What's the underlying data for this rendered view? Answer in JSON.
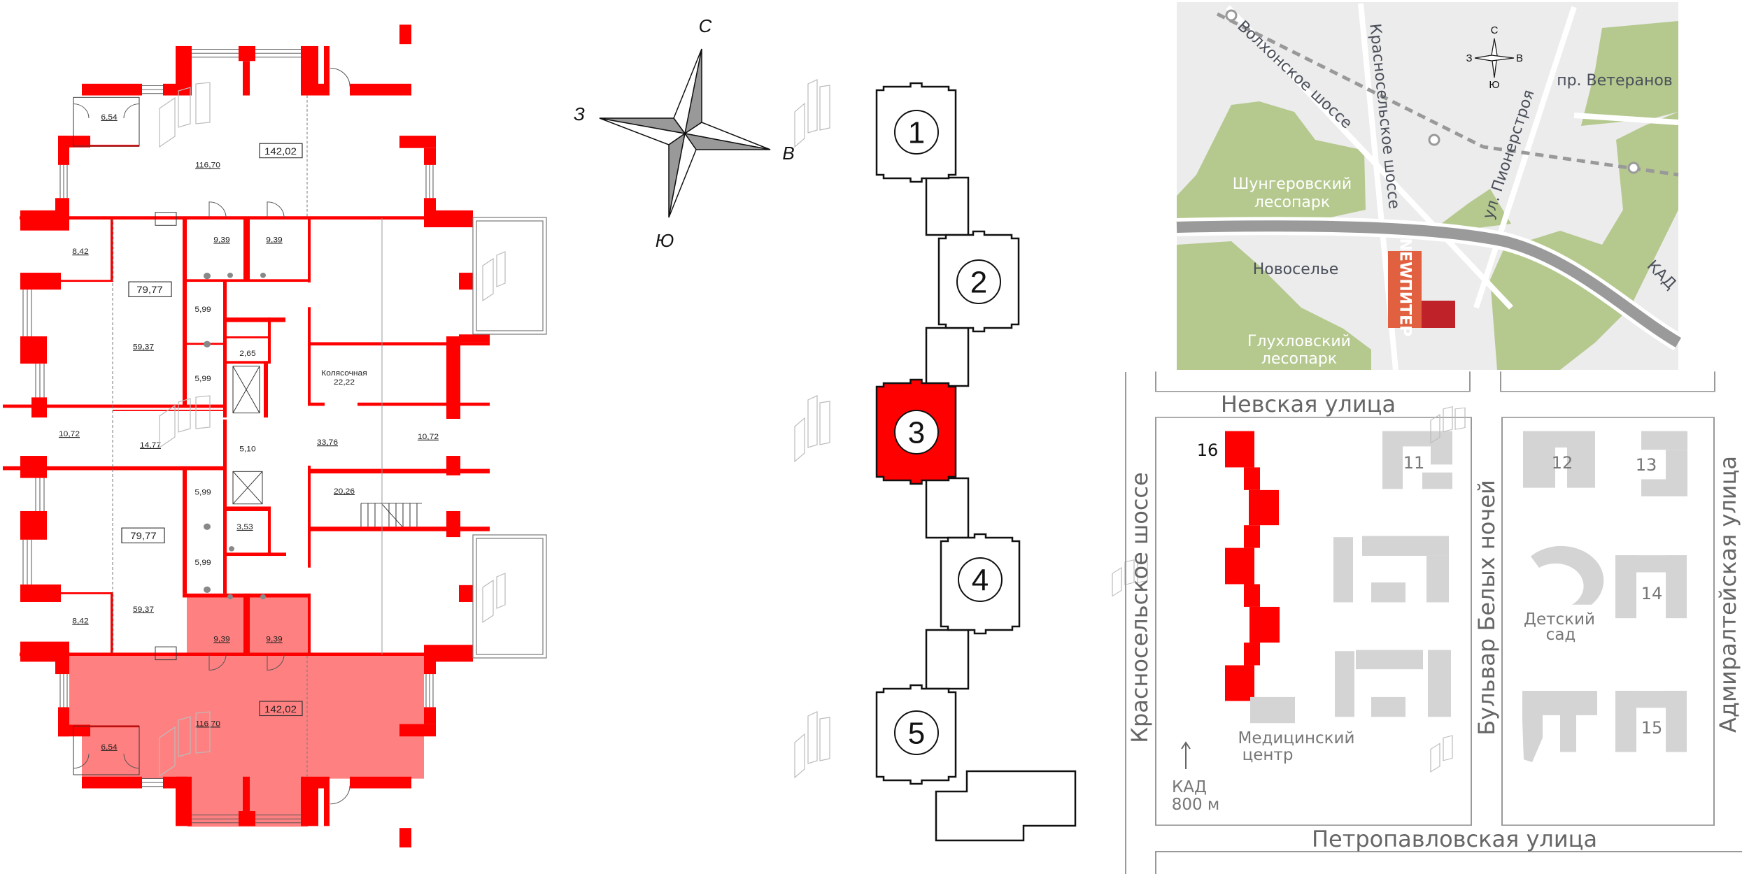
{
  "floor_plan": {
    "upper_unit": {
      "total_area": "142,02",
      "main_area": "116,70",
      "vestibule_area": "6,54",
      "wc_1": "9,39",
      "wc_2": "9,39"
    },
    "rooms": {
      "r8_42_a": "8,42",
      "r79_77_a": "79,77",
      "r5_99_a": "5,99",
      "r59_37_a": "59,37",
      "r2_65": "2,65",
      "r5_99_b": "5,99",
      "stroller_label": "Колясочная",
      "stroller_area": "22,22",
      "r10_72_a": "10,72",
      "r14_77": "14,77",
      "r5_10": "5,10",
      "r33_76": "33,76",
      "r10_72_b": "10,72",
      "r5_99_c": "5,99",
      "r20_26": "20,26",
      "r79_77_b": "79,77",
      "r3_53": "3,53",
      "r5_99_d": "5,99",
      "r59_37_b": "59,37",
      "r8_42_b": "8,42"
    },
    "selected_unit": {
      "total_area": "142,02",
      "main_area": "116,70",
      "vestibule_area": "6,54",
      "wc_1": "9,39",
      "wc_2": "9,39",
      "highlight_color": "#ff8080"
    },
    "wall_color": "#ff0000"
  },
  "compass": {
    "north": "С",
    "south": "Ю",
    "west": "З",
    "east": "В"
  },
  "sections": {
    "items": [
      "1",
      "2",
      "3",
      "4",
      "5"
    ],
    "selected": "3",
    "selected_color": "#ff0000"
  },
  "map": {
    "compass": {
      "north": "С",
      "south": "Ю",
      "west": "З",
      "east": "В"
    },
    "roads": {
      "volkhonskoe": "Волхонское шоссе",
      "krasnoselskoe": "Красносельское шоссе",
      "veteranov": "пр. Ветеранов",
      "pionerstroya": "ул. Пионерстроя",
      "kad": "КАД"
    },
    "areas": {
      "shungerovsky_1": "Шунгеровский",
      "shungerovsky_2": "лесопарк",
      "novoselye": "Новоселье",
      "glukhlovsky_1": "Глухловский",
      "glukhlovsky_2": "лесопарк"
    },
    "brand": "NEWПИТЕР",
    "park_color": "#b5c98e",
    "brand_color": "#d9442b"
  },
  "site_plan": {
    "streets": {
      "nevskaya": "Невская улица",
      "krasnoselskoe": "Красносельское шоссе",
      "belykh_nochey": "Бульвар Белых ночей",
      "admiralteyskaya": "Адмиралтейская улица",
      "petropavlovskaya": "Петропавловская улица"
    },
    "buildings": {
      "current": "16",
      "b11": "11",
      "b12": "12",
      "b13": "13",
      "b14": "14",
      "b15": "15"
    },
    "kindergarten_1": "Детский",
    "kindergarten_2": "сад",
    "medical_1": "Медицинский",
    "medical_2": "центр",
    "kad_1": "КАД",
    "kad_2": "800 м"
  }
}
